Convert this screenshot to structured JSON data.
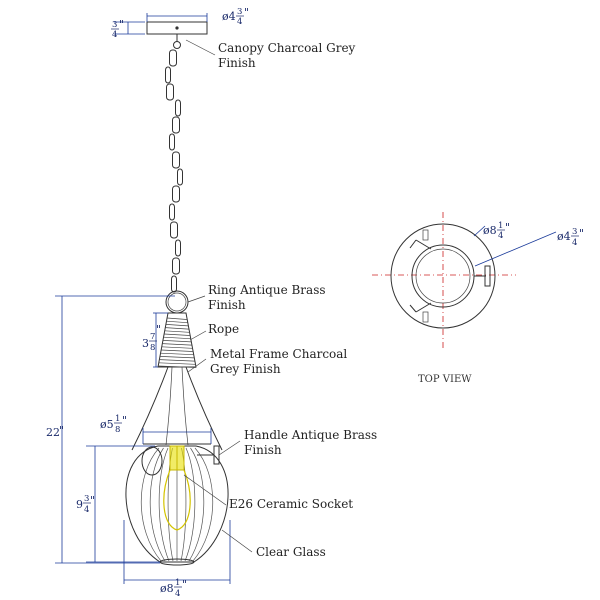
{
  "labels": {
    "canopy": [
      "Canopy Charcoal Grey",
      "Finish"
    ],
    "ring": [
      "Ring Antique Brass",
      "Finish"
    ],
    "rope": [
      "Rope"
    ],
    "frame": [
      "Metal Frame Charcoal",
      "Grey Finish"
    ],
    "handle": [
      "Handle Antique Brass",
      "Finish"
    ],
    "socket": [
      "E26 Ceramic Socket"
    ],
    "glass": [
      "Clear Glass"
    ],
    "top_view": "TOP VIEW"
  },
  "dimensions": {
    "canopy_height": {
      "whole": "",
      "num": "3",
      "den": "4",
      "unit": "\""
    },
    "canopy_diameter": {
      "whole": "ø4",
      "num": "3",
      "den": "4",
      "unit": "\""
    },
    "overall_height": {
      "whole": "22",
      "num": "",
      "den": "",
      "unit": "\""
    },
    "rope_height": {
      "whole": "3",
      "num": "7",
      "den": "8",
      "unit": "\""
    },
    "frame_top_diameter": {
      "whole": "ø5",
      "num": "1",
      "den": "8",
      "unit": "\""
    },
    "shade_height": {
      "whole": "9",
      "num": "3",
      "den": "4",
      "unit": "\""
    },
    "shade_diameter": {
      "whole": "ø8",
      "num": "1",
      "den": "4",
      "unit": "\""
    },
    "top_outer_diameter": {
      "whole": "ø8",
      "num": "1",
      "den": "4",
      "unit": "\""
    },
    "top_inner_diameter": {
      "whole": "ø4",
      "num": "3",
      "den": "4",
      "unit": "\""
    }
  },
  "colors": {
    "socket_highlight": "#e8e000",
    "centerline": "#cc2222",
    "dimension": "#1a3a9a"
  }
}
